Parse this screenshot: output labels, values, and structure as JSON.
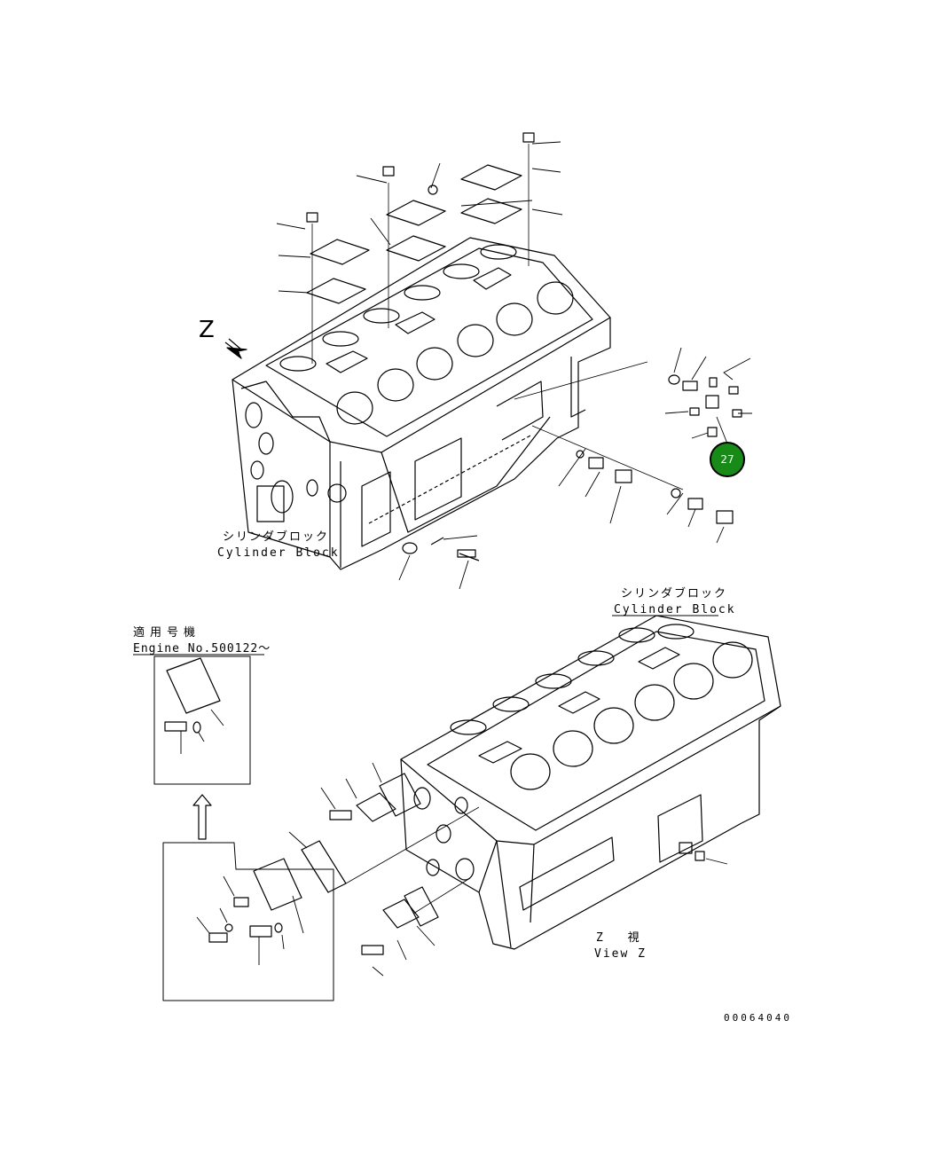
{
  "labels": {
    "upper_block_jp": "シリンダブロック",
    "upper_block_en": "Cylinder Block",
    "lower_block_jp": "シリンダブロック",
    "lower_block_en": "Cylinder Block",
    "applicable_jp": "適用号機",
    "engine_no": "Engine No.500122～",
    "view_z_jp": "Z 視",
    "view_z_en": "View Z",
    "z_marker": "Z",
    "drawing_code": "00064040"
  },
  "callout": {
    "number": "27",
    "color": "#178a17"
  }
}
